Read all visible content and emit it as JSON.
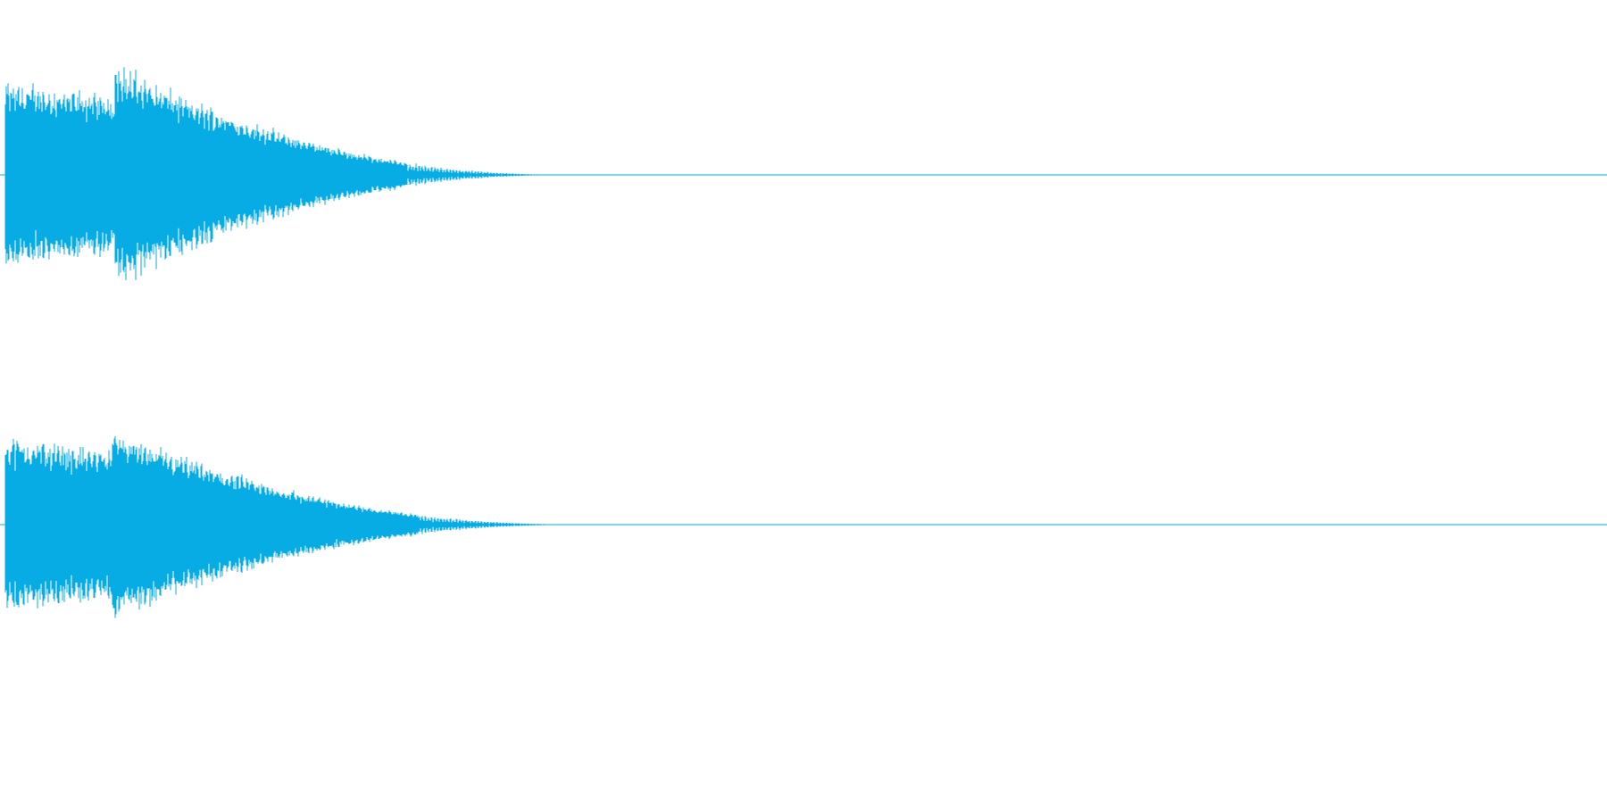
{
  "waveform": {
    "color": "#06ace3",
    "background": "#ffffff",
    "channels": [
      {
        "channel": "left",
        "attack_peak": 0.62,
        "second_hit_peak": 0.75,
        "second_hit_at": 0.068,
        "decay_end": 0.36
      },
      {
        "channel": "right",
        "attack_peak": 0.66,
        "second_hit_peak": 0.72,
        "second_hit_at": 0.066,
        "decay_end": 0.37
      }
    ]
  }
}
